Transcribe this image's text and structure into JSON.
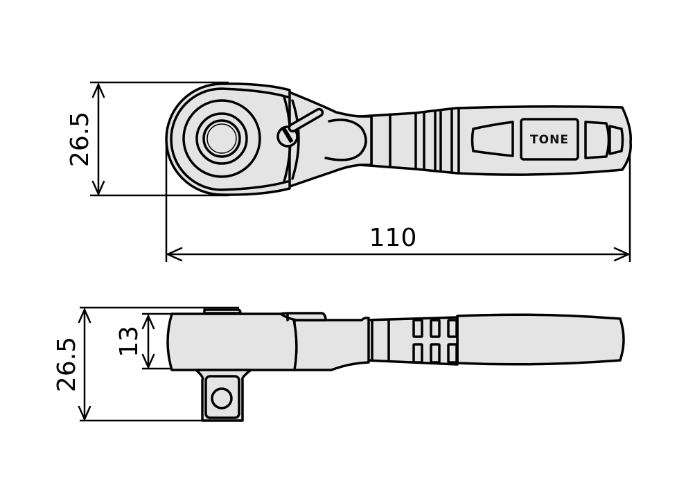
{
  "drawing": {
    "subject": "ratchet handle",
    "brand_label": "TONE",
    "colors": {
      "outline": "#000000",
      "fill": "#e4e4e4",
      "background": "#ffffff"
    }
  },
  "top_view": {
    "dimensions": {
      "head_height": "26.5",
      "overall_length": "110"
    }
  },
  "side_view": {
    "dimensions": {
      "overall_height": "26.5",
      "head_thickness": "13"
    }
  }
}
